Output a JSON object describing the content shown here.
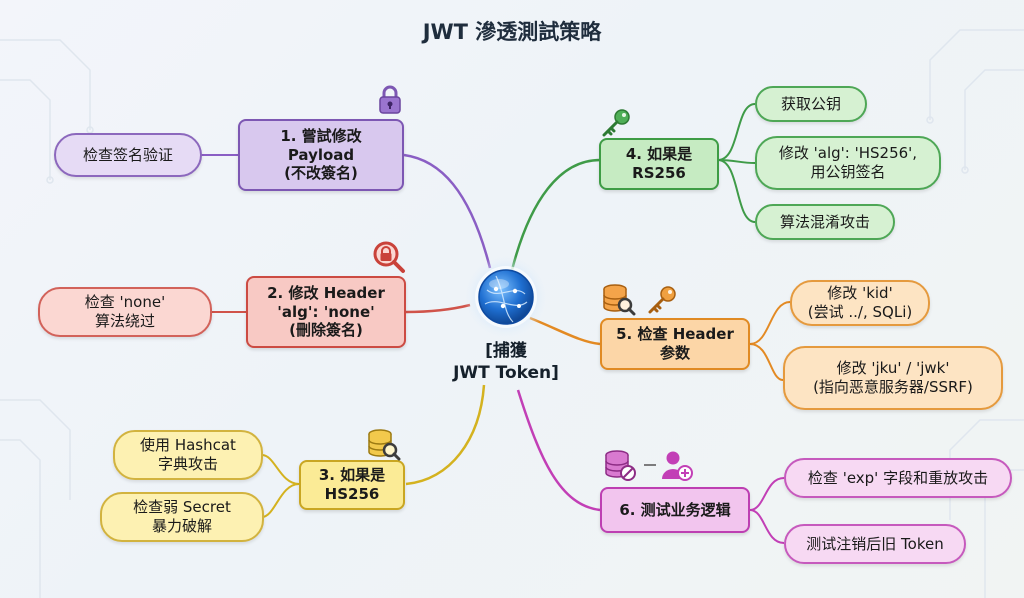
{
  "title": "JWT 滲透測試策略",
  "center": {
    "line1": "[捕獲",
    "line2": "JWT Token]"
  },
  "branches": [
    {
      "id": "b1",
      "color": "#8a5ec4",
      "lines": [
        "1. 嘗試修改",
        "Payload",
        "(不改簽名)"
      ],
      "leaves": [
        {
          "lines": [
            "检查签名验证"
          ]
        }
      ]
    },
    {
      "id": "b2",
      "color": "#d0534a",
      "lines": [
        "2. 修改 Header",
        "'alg': 'none'",
        "(刪除簽名)"
      ],
      "leaves": [
        {
          "lines": [
            "检查 'none'",
            "算法绕过"
          ]
        }
      ]
    },
    {
      "id": "b3",
      "color": "#d4b21f",
      "lines": [
        "3. 如果是",
        "HS256"
      ],
      "leaves": [
        {
          "lines": [
            "使用 Hashcat",
            "字典攻击"
          ]
        },
        {
          "lines": [
            "检查弱 Secret",
            "暴力破解"
          ]
        }
      ]
    },
    {
      "id": "b4",
      "color": "#3f9b48",
      "lines": [
        "4. 如果是",
        "RS256"
      ],
      "leaves": [
        {
          "lines": [
            "获取公钥"
          ]
        },
        {
          "lines": [
            "修改 'alg': 'HS256',",
            "用公钥签名"
          ]
        },
        {
          "lines": [
            "算法混淆攻击"
          ]
        }
      ]
    },
    {
      "id": "b5",
      "color": "#e38a23",
      "lines": [
        "5. 检查 Header",
        "参数"
      ],
      "leaves": [
        {
          "lines": [
            "修改 'kid'",
            "(尝试 ../, SQLi)"
          ]
        },
        {
          "lines": [
            "修改 'jku' / 'jwk'",
            "(指向恶意服务器/SSRF)"
          ]
        }
      ]
    },
    {
      "id": "b6",
      "color": "#c23fb6",
      "lines": [
        "6. 测试业务逻辑"
      ],
      "leaves": [
        {
          "lines": [
            "检查 'exp' 字段和重放攻击"
          ]
        },
        {
          "lines": [
            "测试注销后旧 Token"
          ]
        }
      ]
    }
  ],
  "icons": {
    "b1": "padlock-icon",
    "b2": "lock-search-icon",
    "b3": "database-search-icon",
    "b4": "key-icon",
    "b5": [
      "database-search-icon",
      "key-icon"
    ],
    "b6": [
      "database-block-icon",
      "user-add-icon"
    ],
    "center": "globe-network-icon"
  }
}
